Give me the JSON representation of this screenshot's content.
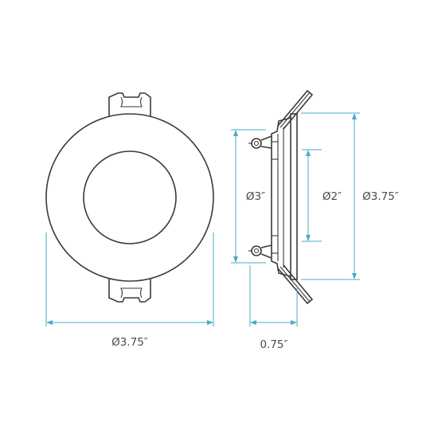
{
  "dimensions": {
    "front_diameter": "Ø3.75″",
    "depth": "0.75″",
    "inner_diameter": "Ø3″",
    "aperture_diameter": "Ø2″",
    "side_diameter": "Ø3.75″"
  },
  "colors": {
    "outline": "#3a3a3a",
    "dimension_line": "#4aa8c8",
    "text": "#4a4a4a"
  }
}
